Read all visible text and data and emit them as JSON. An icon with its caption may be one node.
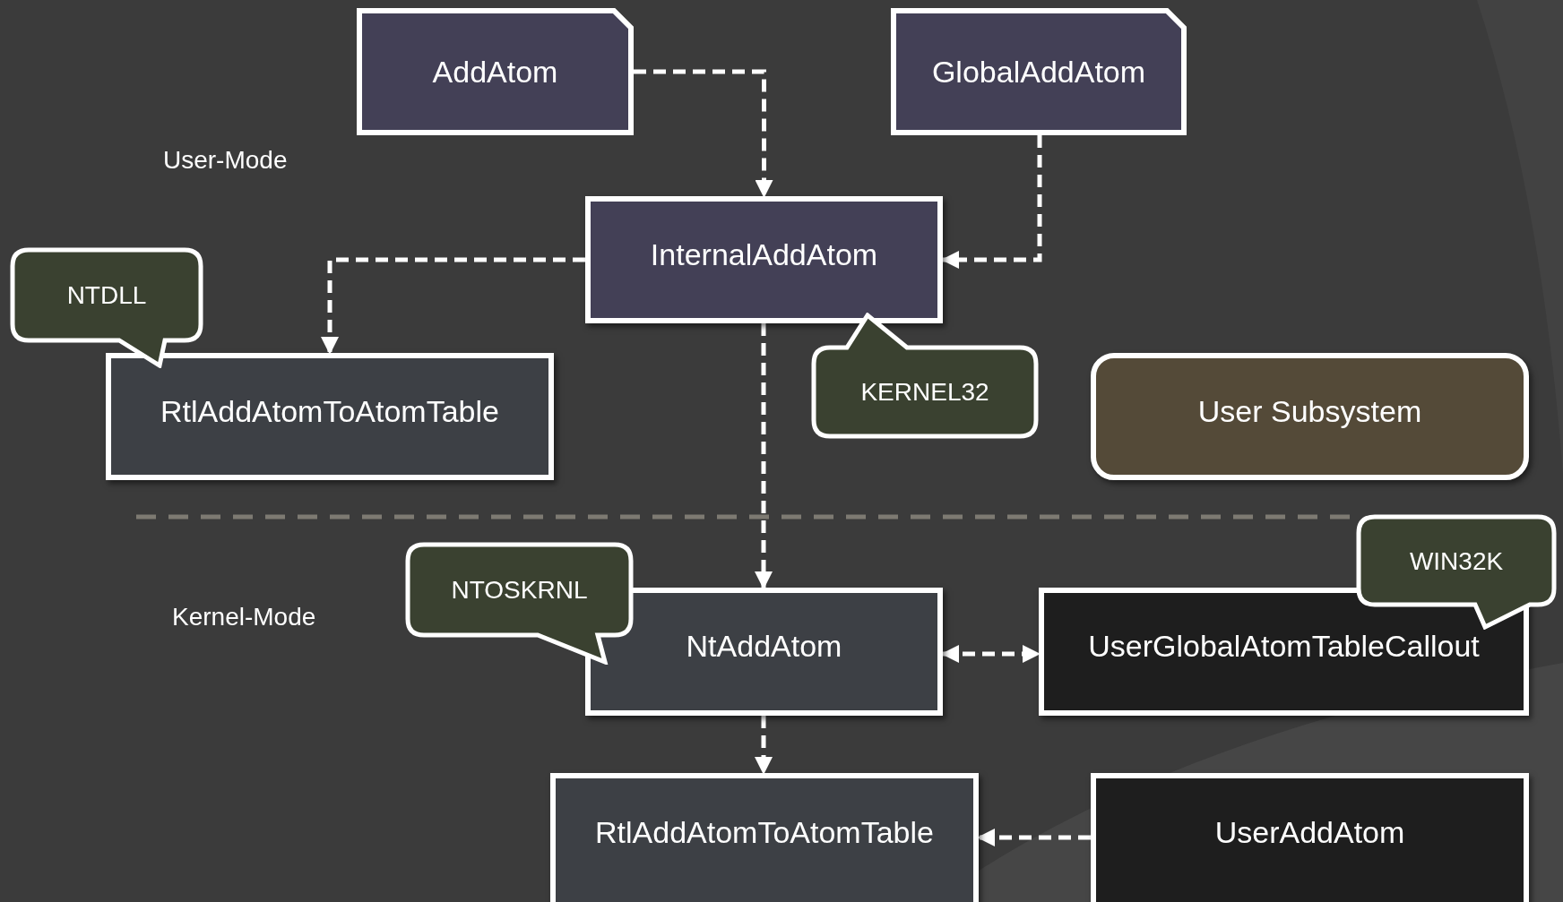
{
  "diagram": {
    "nodes": [
      {
        "text": [
          "AddAtom"
        ]
      },
      {
        "text": [
          "GlobalAddAtom"
        ]
      },
      {
        "text": [
          "InternalAddAtom"
        ]
      },
      {
        "text": [
          "RtlAddAtomToAtomTable"
        ]
      },
      {
        "text": [
          "User Subsystem"
        ]
      },
      {
        "text": [
          "NtAddAtom"
        ]
      },
      {
        "text": [
          "UserGlobalAtomTableCallout"
        ]
      },
      {
        "text": [
          "RtlAddAtomToAtomTable"
        ]
      },
      {
        "text": [
          "UserAddAtom"
        ]
      },
      {
        "text": [
          "NTDLL"
        ]
      },
      {
        "text": [
          "KERNEL32"
        ]
      },
      {
        "text": [
          "NTOSKRNL"
        ]
      },
      {
        "text": [
          "WIN32K"
        ]
      }
    ],
    "edges": [
      {
        "from": 0,
        "to": 2,
        "arrow": "to",
        "style": "dashed"
      },
      {
        "from": 1,
        "to": 2,
        "arrow": "to",
        "style": "dashed"
      },
      {
        "from": 2,
        "to": 3,
        "arrow": "to",
        "style": "dashed"
      },
      {
        "from": 2,
        "to": 5,
        "arrow": "to",
        "style": "dashed"
      },
      {
        "from": 5,
        "to": 6,
        "arrow": "both",
        "style": "dashed"
      },
      {
        "from": 5,
        "to": 7,
        "arrow": "to",
        "style": "dashed"
      },
      {
        "from": 8,
        "to": 7,
        "arrow": "to",
        "style": "dashed"
      }
    ],
    "labels": [
      "User-Mode",
      "Kernel-Mode"
    ]
  }
}
